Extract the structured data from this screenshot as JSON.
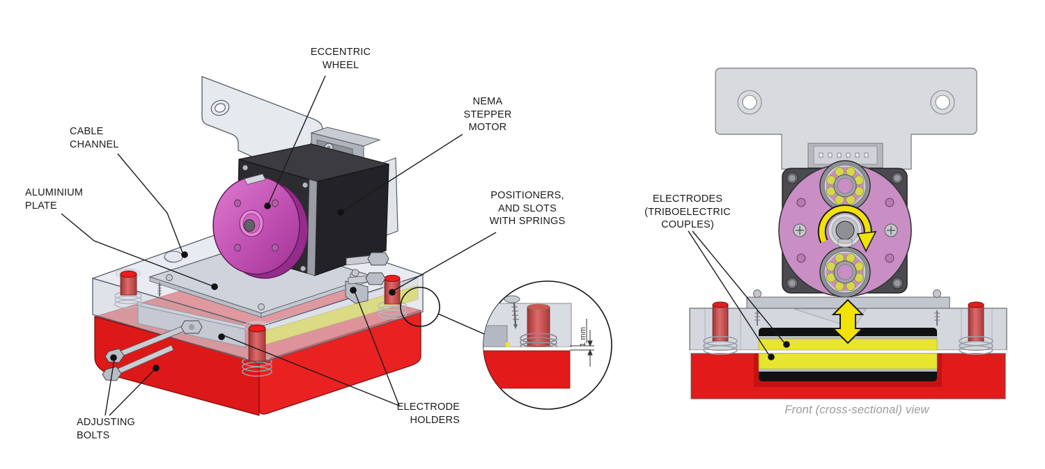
{
  "labels": {
    "eccentric_wheel": "ECCENTRIC\nWHEEL",
    "nema_stepper_motor": "NEMA\nSTEPPER\nMOTOR",
    "cable_channel": "CABLE\nCHANNEL",
    "aluminium_plate": "ALUMINIUM\nPLATE",
    "positioners": "POSITIONERS,\nAND SLOTS\nWITH SPRINGS",
    "electrode_holders": "ELECTRODE\nHOLDERS",
    "adjusting_bolts": "ADJUSTING\nBOLTS",
    "electrodes": "ELECTRODES\n(TRIBOELECTRIC\nCOUPLES)",
    "dimension": "1 mm",
    "caption": "Front (cross-sectional) view"
  },
  "colors": {
    "base_red": "#e21a1a",
    "base_red_dark": "#c41212",
    "electrode_yellow": "#e8e531",
    "wheel_magenta": "#b53aa6",
    "wheel_pink_front_view": "#c98fc5",
    "motor_black": "#232327",
    "metal_gray": "#d6d9df",
    "arrow_yellow": "#f2e205",
    "leader_line": "#1a1a1a",
    "bearing_ball_yellow": "#d6d64f"
  },
  "icons": {
    "rotation_arrow": "clockwise-rotation-arrow",
    "oscillation_arrow": "vertical-double-headed-arrow",
    "detail_magnifier": "detail-magnification-circle",
    "dimension_marker": "1mm-gap-dimension-arrows"
  }
}
